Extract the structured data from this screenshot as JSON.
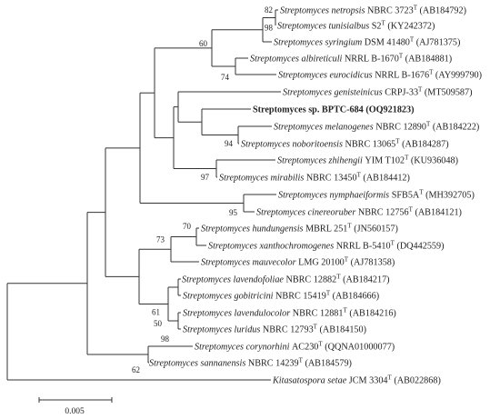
{
  "tree": {
    "leaves": [
      {
        "species": "Streptomyces netropsis",
        "strain": "NBRC 3723",
        "type": "T",
        "acc": "(AB184792)"
      },
      {
        "species": "Streptomyces tunisialbus",
        "strain": "S2",
        "type": "T",
        "acc": "(KY242372)"
      },
      {
        "species": "Streptomyces syringium",
        "strain": "DSM 41480",
        "type": "T",
        "acc": "(AJ781375)"
      },
      {
        "species": "Streptomyces albireticuli",
        "strain": "NRRL B-1670",
        "type": "T",
        "acc": "(AB184881)"
      },
      {
        "species": "Streptomyces eurocidicus",
        "strain": "NRRL B-1676",
        "type": "T",
        "acc": "(AY999790)"
      },
      {
        "species": "Streptomyces genisteinicus",
        "strain": "CRPJ-33",
        "type": "T",
        "acc": "(MT509587)"
      },
      {
        "focal": "Streptomyces sp. BPTC-684 (OQ921823)"
      },
      {
        "species": "Streptomyces melanogenes",
        "strain": "NBRC 12890",
        "type": "T",
        "acc": "(AB184222)"
      },
      {
        "species": "Streptomyces noboritoensis",
        "strain": "NBRC 13065",
        "type": "T",
        "acc": "(AB184287)"
      },
      {
        "species": "Streptomyces zhihengii",
        "strain": "YIM T102",
        "type": "T",
        "acc": "(KU936048)"
      },
      {
        "species": "Streptomyces mirabilis",
        "strain": "NBRC 13450",
        "type": "T",
        "acc": "(AB184412)"
      },
      {
        "species": "Streptomyces nymphaeiformis",
        "strain": "SFB5A",
        "type": "T",
        "acc": "(MH392705)"
      },
      {
        "species": "Streptomyces cinereoruber",
        "strain": "NBRC 12756",
        "type": "T",
        "acc": "(AB184121)"
      },
      {
        "species": "Streptomyces hundungensis",
        "strain": "MBRL 251",
        "type": "T",
        "acc": "(JN560157)"
      },
      {
        "species": "Streptomyces xanthochromogenes",
        "strain": "NRRL B-5410",
        "type": "T",
        "acc": "(DQ442559)"
      },
      {
        "species": "Streptomyces mauvecolor",
        "strain": "LMG 20100",
        "type": "T",
        "acc": "(AJ781358)"
      },
      {
        "species": "Streptomyces lavendofoliae",
        "strain": "NBRC 12882",
        "type": "T",
        "acc": "(AB184217)"
      },
      {
        "species": "Streptomyces gobitricini",
        "strain": "NBRC 15419",
        "type": "T",
        "acc": "(AB184666)"
      },
      {
        "species": "Streptomyces lavendulocolor",
        "strain": "NBRC 12881",
        "type": "T",
        "acc": "(AB184216)"
      },
      {
        "species": "Streptomyces luridus",
        "strain": "NBRC 12793",
        "type": "T",
        "acc": "(AB184150)"
      },
      {
        "species": "Streptomyces corynorhini",
        "strain": "AC230",
        "type": "T",
        "acc": "(QQNA01000077)"
      },
      {
        "species": "Streptomyces sannanensis",
        "strain": "NBRC 14239",
        "type": "T",
        "acc": "(AB184579)"
      },
      {
        "species": "Kitasatospora setae",
        "strain": "JCM 3304",
        "type": "T",
        "acc": "(AB022868)"
      }
    ],
    "bootstrap": [
      "82",
      "98",
      "60",
      "74",
      "94",
      "97",
      "95",
      "70",
      "73",
      "61",
      "50",
      "98",
      "62"
    ],
    "scale_bar": "0.005"
  }
}
